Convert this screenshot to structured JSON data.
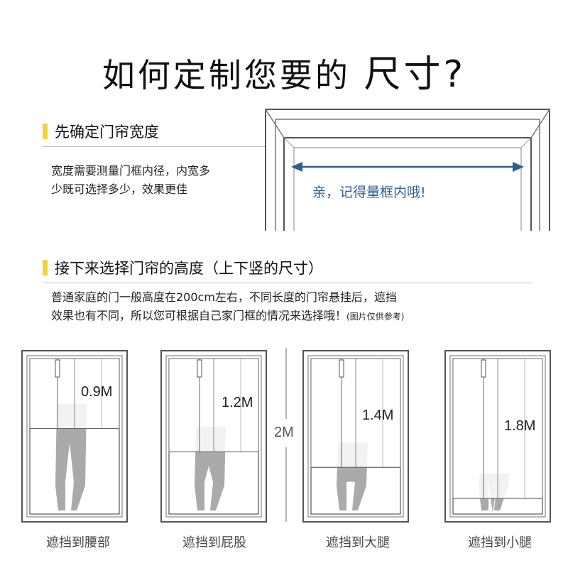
{
  "title": {
    "main": "如何定制您要的",
    "highlight": "尺寸?"
  },
  "width_section": {
    "heading": "先确定门帘宽度",
    "description_line1": "宽度需要测量门框内径，内宽多",
    "description_line2": "少既可选择多少，效果更佳",
    "diagram_label": "亲，记得量框内哦!"
  },
  "height_section": {
    "heading": "接下来选择门帘的高度（上下竖的尺寸）",
    "description_line1": "普通家庭的门一般高度在200cm左右，不同长度的门帘悬挂后，遮挡",
    "description_line2": "效果也有不同，所以您可根据自己家门框的情况来选择哦！",
    "note": "(图片仅供参考)"
  },
  "door_height_label": "2M",
  "curtain_options": [
    {
      "length_label": "0.9M",
      "length_m": 0.9,
      "caption": "遮挡到腰部"
    },
    {
      "length_label": "1.2M",
      "length_m": 1.2,
      "caption": "遮挡到屁股"
    },
    {
      "length_label": "1.4M",
      "length_m": 1.4,
      "caption": "遮挡到大腿"
    },
    {
      "length_label": "1.8M",
      "length_m": 1.8,
      "caption": "遮挡到小腿"
    }
  ],
  "colors": {
    "accent": "#f2d23a",
    "arrow": "#2f5d8f",
    "frame": "#555555"
  }
}
